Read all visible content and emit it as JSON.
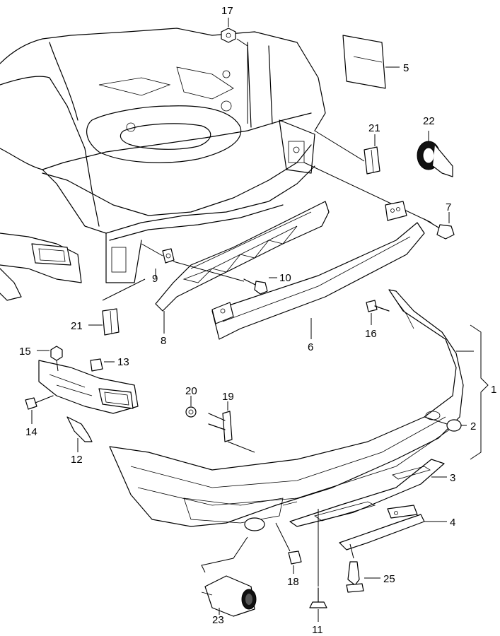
{
  "callouts": {
    "c1": "1",
    "c2": "2",
    "c3": "3",
    "c4": "4",
    "c5": "5",
    "c6": "6",
    "c7": "7",
    "c8": "8",
    "c9": "9",
    "c10": "10",
    "c11": "11",
    "c12": "12",
    "c13": "13",
    "c14": "14",
    "c15": "15",
    "c16": "16",
    "c17": "17",
    "c18": "18",
    "c19": "19",
    "c20": "20",
    "c21a": "21",
    "c21b": "21",
    "c22": "22",
    "c23": "23",
    "c25": "25"
  }
}
